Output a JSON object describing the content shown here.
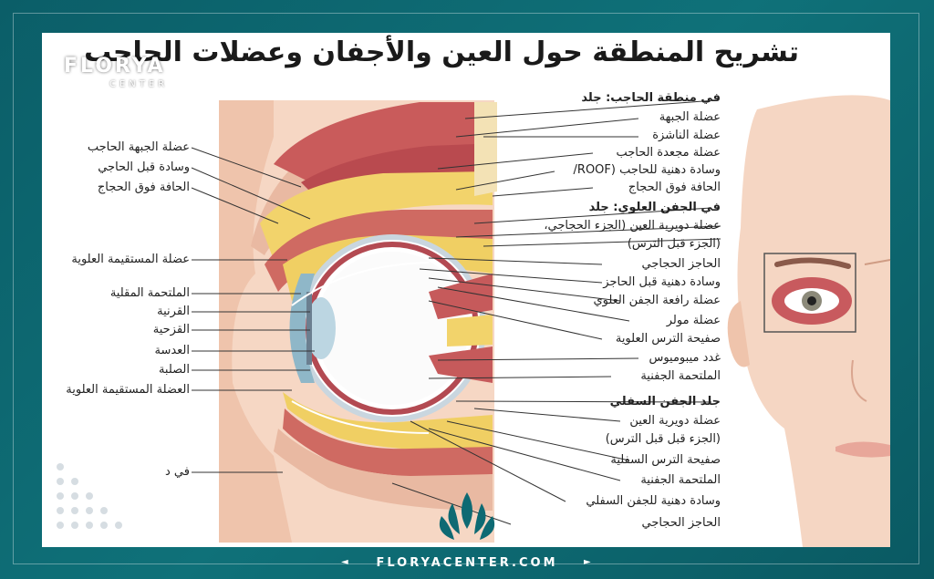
{
  "title": "تشريح المنطقة حول العين والأجفان وعضلات الحاجب",
  "brand": {
    "name": "FLORYA",
    "sub": "CENTER"
  },
  "footer": {
    "website": "FLORYACENTER.COM"
  },
  "labels_right": [
    {
      "text": "في منطقة الحاجب: جلد",
      "bold": true
    },
    {
      "text": "عضلة الجبهة",
      "bold": false
    },
    {
      "text": "عضلة الناشزة",
      "bold": false
    },
    {
      "text": "عضلة مجعدة الحاجب",
      "bold": false
    },
    {
      "text": "وسادة دهنية للحاجب (ROOF/",
      "bold": false
    },
    {
      "text": "الحافة فوق الحجاج",
      "bold": false
    },
    {
      "text": "في الجفن العلوي: جلد",
      "bold": true
    },
    {
      "text": "عضلة دويرية العين (الجزء الحجاجي،",
      "bold": false
    },
    {
      "text": "(الجزء قبل الترس)",
      "bold": false
    },
    {
      "text": "الحاجز الحجاجي",
      "bold": false
    },
    {
      "text": "وسادة دهنية قبل الحاجز",
      "bold": false
    },
    {
      "text": "عضلة رافعة الجفن العلوي",
      "bold": false
    },
    {
      "text": "عضلة مولر",
      "bold": false
    },
    {
      "text": "صفيحة الترس العلوية",
      "bold": false
    },
    {
      "text": "غدد ميبوميوس",
      "bold": false
    },
    {
      "text": "الملتحمة الجفنية",
      "bold": false
    },
    {
      "text": "جلد الجفن السفلي",
      "bold": true
    },
    {
      "text": "عضلة دويرية العين",
      "bold": false
    },
    {
      "text": "(الجزء قبل قبل الترس)",
      "bold": false
    },
    {
      "text": "صفيحة الترس السفلية",
      "bold": false
    },
    {
      "text": "الملتحمة الجفنية",
      "bold": false
    },
    {
      "text": "وسادة دهنية للجفن السفلي",
      "bold": false
    },
    {
      "text": "الحاجز الحجاجي",
      "bold": false
    }
  ],
  "labels_left": [
    {
      "text": "عضلة الجبهة الحاجب"
    },
    {
      "text": "وسادة قبل الحاجي"
    },
    {
      "text": "الحافة فوق الحجاج"
    },
    {
      "text": "عضلة المستقيمة العلوية"
    },
    {
      "text": "الملتحمة المقلية"
    },
    {
      "text": "القرنية"
    },
    {
      "text": "القزحية"
    },
    {
      "text": "العدسة"
    },
    {
      "text": "الصلبة"
    },
    {
      "text": "العضلة المستقيمة العلوية"
    },
    {
      "text": "في د"
    }
  ]
}
